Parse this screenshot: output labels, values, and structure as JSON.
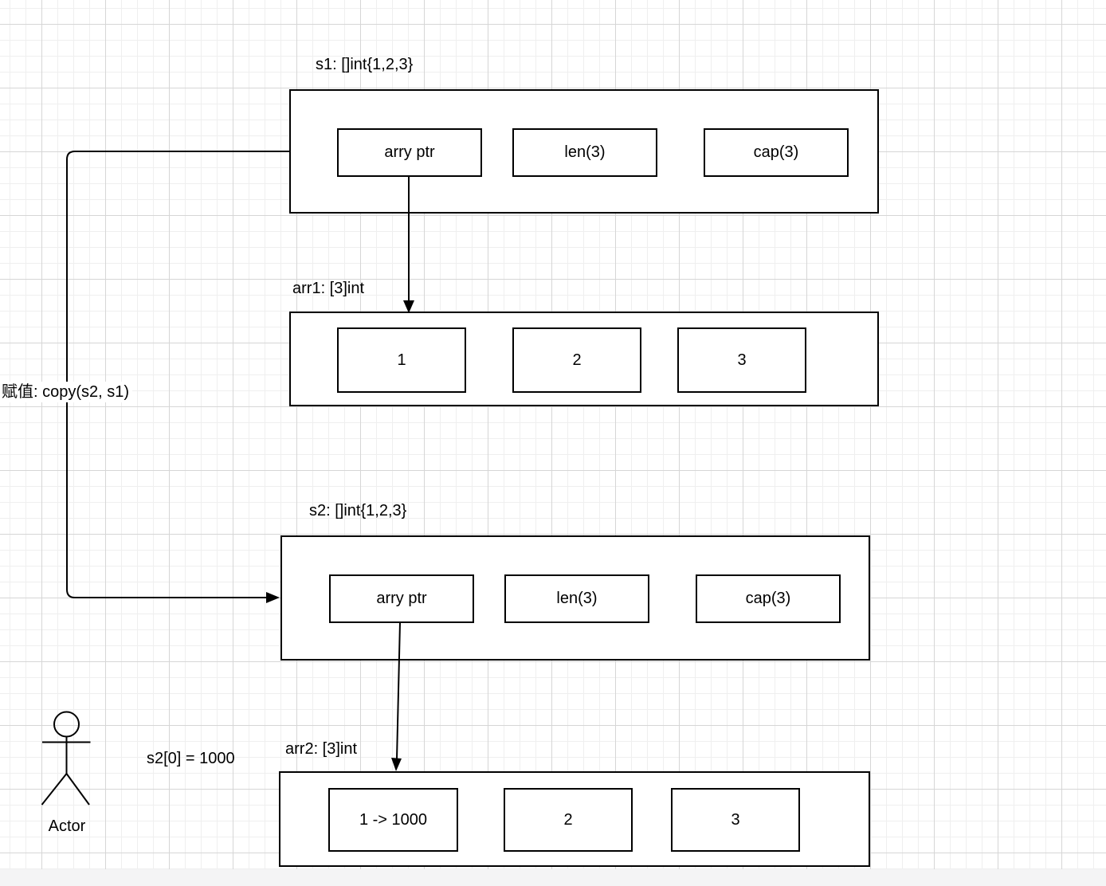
{
  "diagram": {
    "s1": {
      "title": "s1: []int{1,2,3}",
      "cells": [
        "arry ptr",
        "len(3)",
        "cap(3)"
      ]
    },
    "arr1": {
      "title": "arr1: [3]int",
      "cells": [
        "1",
        "2",
        "3"
      ]
    },
    "s2": {
      "title": "s2: []int{1,2,3}",
      "cells": [
        "arry ptr",
        "len(3)",
        "cap(3)"
      ]
    },
    "arr2": {
      "title": "arr2: [3]int",
      "cells": [
        "1 -> 1000",
        "2",
        "3"
      ]
    },
    "labels": {
      "copy_edge": "赋值: copy(s2, s1)",
      "assignment": "s2[0] = 1000",
      "actor": "Actor"
    },
    "icons": {
      "actor": "actor-stick-figure-icon",
      "arrowhead": "solid-triangle-arrowhead-icon"
    },
    "colors": {
      "stroke": "#000000",
      "shape_fill": "#ffffff",
      "canvas_bg": "#ffffff",
      "grid_minor": "#efefef",
      "grid_major": "#d6d6d6",
      "footer_bg": "#f4f4f5",
      "text": "#000000"
    }
  }
}
